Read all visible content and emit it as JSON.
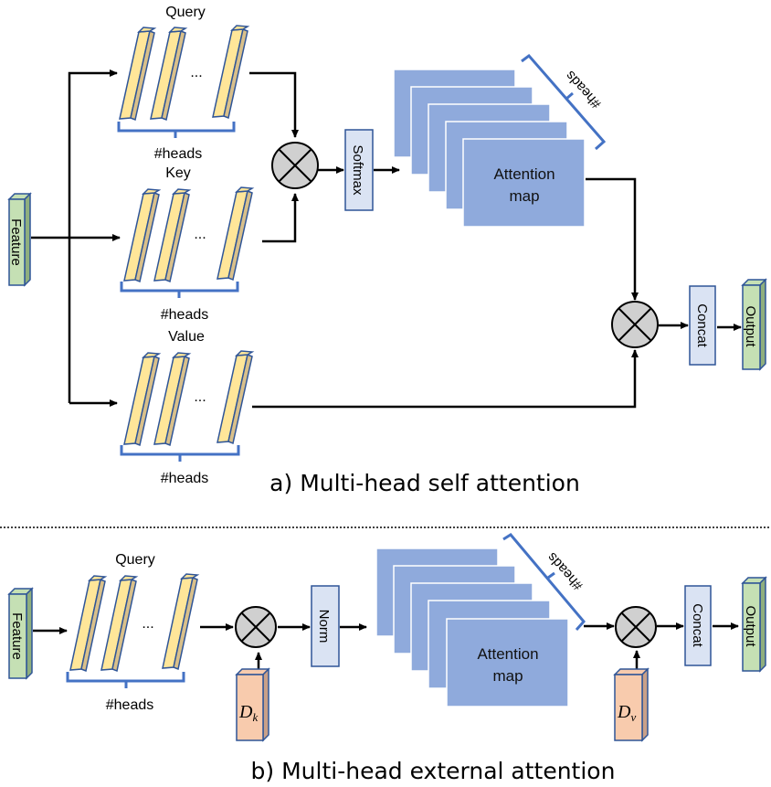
{
  "colors": {
    "bar_fill": "#FFE699",
    "bar_side": "#D9C08A",
    "bar_stroke": "#2F5597",
    "feature_fill": "#C5E0B4",
    "feature_side": "#8FAF7E",
    "box_fill": "#DAE3F3",
    "box_stroke": "#2F5597",
    "attn_fill": "#8FAADC",
    "brace": "#4472C4",
    "op_fill": "#D0D0D0",
    "mem_fill": "#F8CBAD",
    "mem_side": "#C9A088",
    "line": "#000000"
  },
  "diagram_a": {
    "caption": "a) Multi-head self attention",
    "feature_label": "Feature",
    "query_label": "Query",
    "key_label": "Key",
    "value_label": "Value",
    "heads_label": "#heads",
    "ellipsis": "...",
    "softmax_label": "Softmax",
    "attention_label_1": "Attention",
    "attention_label_2": "map",
    "attn_heads_label": "#heads",
    "concat_label": "Concat",
    "output_label": "Output"
  },
  "diagram_b": {
    "caption": "b) Multi-head external attention",
    "feature_label": "Feature",
    "query_label": "Query",
    "heads_label": "#heads",
    "ellipsis": "...",
    "norm_label": "Norm",
    "attention_label_1": "Attention",
    "attention_label_2": "map",
    "attn_heads_label": "#heads",
    "dk_label": "D",
    "dk_sub": "k",
    "dv_label": "D",
    "dv_sub": "v",
    "concat_label": "Concat",
    "output_label": "Output"
  }
}
